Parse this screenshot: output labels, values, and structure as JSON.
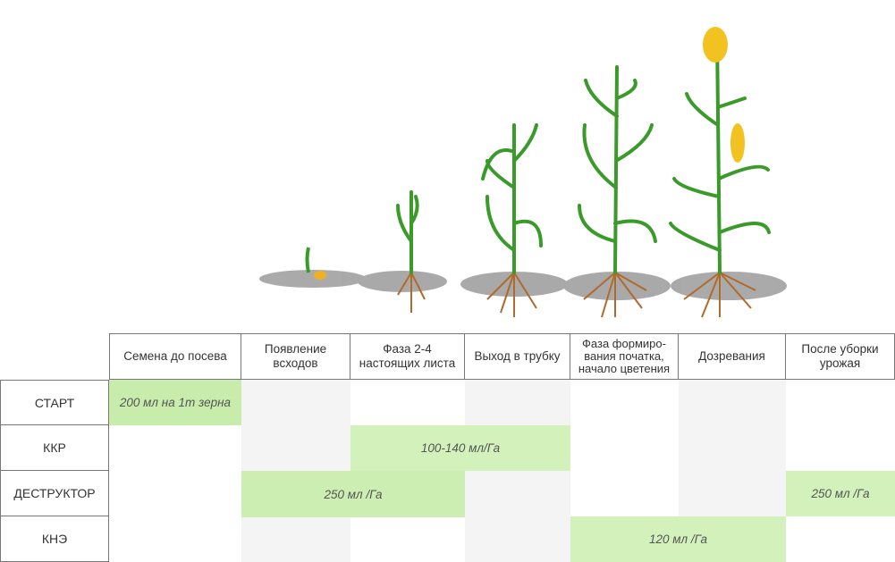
{
  "stages": [
    "Семена до посева",
    "Появление всходов",
    "Фаза 2-4 настоящих листа",
    "Выход в трубку",
    "Фаза формиро-вания початка, начало цветения",
    "Дозревания",
    "После уборки урожая"
  ],
  "products": [
    "СТАРТ",
    "ККР",
    "ДЕСТРУКТОР",
    "КНЭ"
  ],
  "doses": {
    "start": "200 мл на 1т зерна",
    "kkr": "100-140 мл/Га",
    "destructor_1": "250 мл /Га",
    "destructor_2": "250 мл /Га",
    "kne": "120 мл /Га"
  },
  "colors": {
    "green_dark": "#c8ecab",
    "green_light": "#d3f1bb",
    "gray": "#f4f4f4",
    "stem": "#3a9a2a",
    "root": "#b06a2a"
  }
}
